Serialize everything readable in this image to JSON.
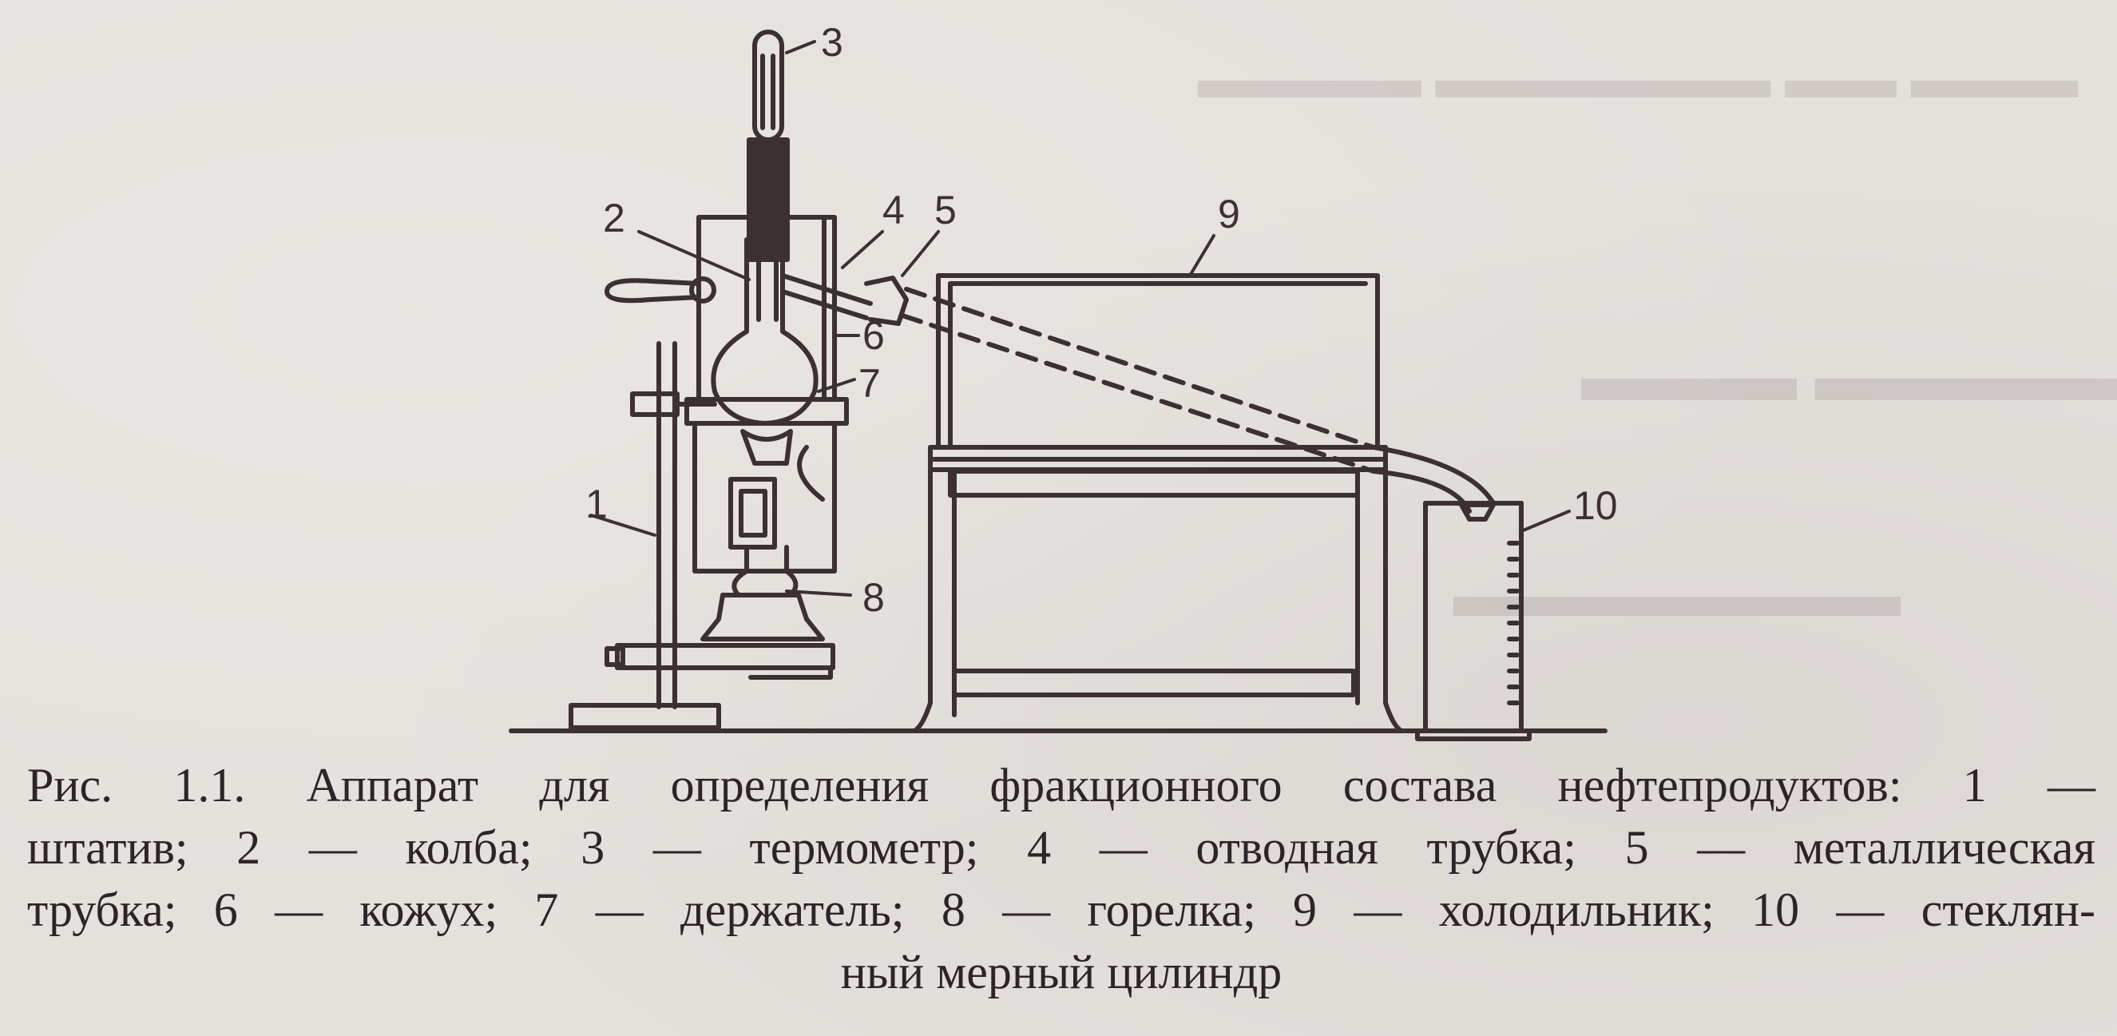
{
  "figure": {
    "callouts": [
      "1",
      "2",
      "3",
      "4",
      "5",
      "6",
      "7",
      "8",
      "9",
      "10"
    ]
  },
  "caption": {
    "line1": "Рис. 1.1. Аппарат для определения фракционного состава нефтепродуктов: 1 —",
    "line2": "штатив; 2 — колба; 3 — термометр; 4 — отводная трубка; 5 — металлическая",
    "line3": "трубка; 6 — кожух; 7 — держатель; 8 — горелка; 9 — холодильник; 10 — стеклян-",
    "line4": "ный мерный цилиндр"
  },
  "colors": {
    "paper": "#e4e0dc",
    "ink": "#3c3033"
  }
}
